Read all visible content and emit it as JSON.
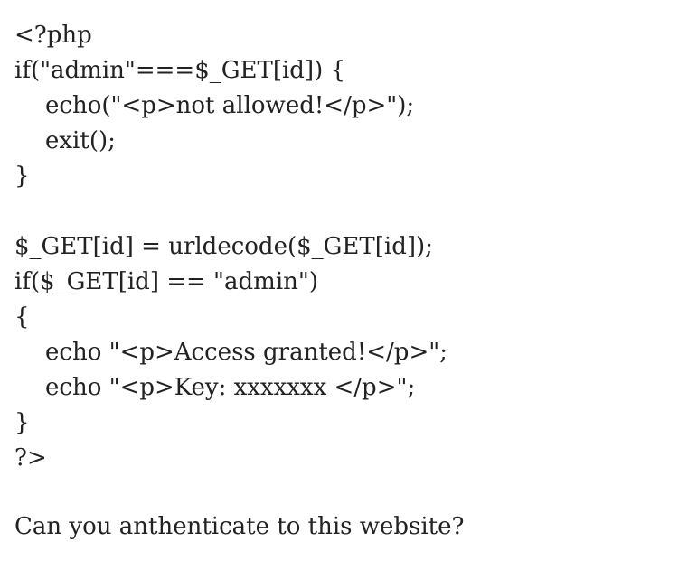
{
  "code_lines": [
    "<?php",
    "if(\"admin\"===$_GET[id]) {",
    "echo(\"<p>not allowed!</p>\");",
    "exit();",
    "}",
    "",
    "$_GET[id] = urldecode($_GET[id]);",
    "if($_GET[id] == \"admin\")",
    "{",
    "echo \"<p>Access granted!</p>\";",
    "echo \"<p>Key: xxxxxxx </p>\";",
    "}",
    "?>"
  ],
  "question": "Can you anthenticate to this website?"
}
